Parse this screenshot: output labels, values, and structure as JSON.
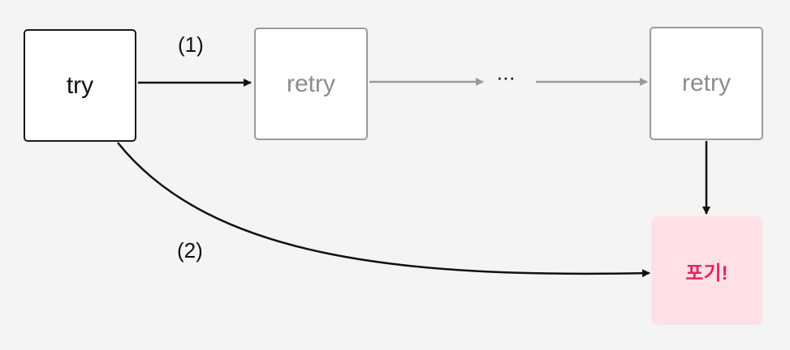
{
  "nodes": {
    "try": "try",
    "retry_first": "retry",
    "retry_last": "retry",
    "give_up": "포기!"
  },
  "labels": {
    "path_1": "(1)",
    "path_2": "(2)",
    "ellipsis": "···"
  },
  "colors": {
    "background": "#f4f4f4",
    "primary_stroke": "#1a1a1a",
    "muted_stroke": "#9a9a9a",
    "give_up_fill": "#ffe0e7",
    "give_up_text": "#e8245c"
  }
}
